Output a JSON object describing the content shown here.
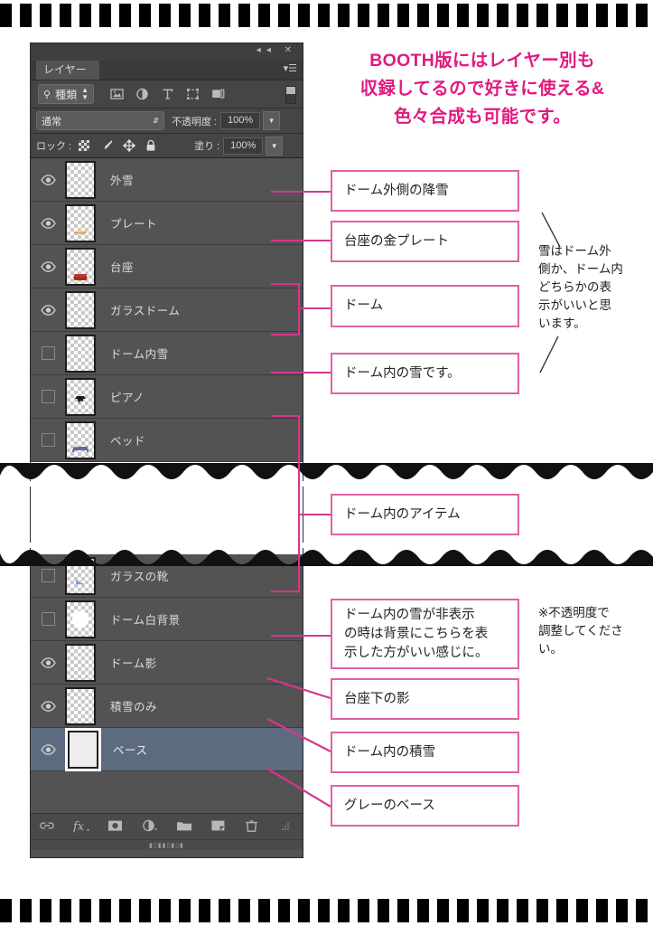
{
  "headline": "BOOTH版にはレイヤー別も\n収録してるので好きに使える&\n色々合成も可能です。",
  "colors": {
    "accent_pink": "#e1197f",
    "callout_border": "#e060a4",
    "connector": "#d6368f",
    "panel_bg": "#535353",
    "selected_row": "#5d6b80"
  },
  "panel": {
    "tab_label": "レイヤー",
    "titlebar_icons": [
      "collapse-icon",
      "close-icon"
    ],
    "filter": {
      "kind_label": "種類",
      "search_icon": "search-icon",
      "icons": [
        "pixel-layer-filter-icon",
        "adjustment-layer-filter-icon",
        "type-layer-filter-icon",
        "shape-layer-filter-icon",
        "smart-object-filter-icon"
      ]
    },
    "blend_mode": "通常",
    "opacity_label": "不透明度 :",
    "opacity_value": "100%",
    "lock_label": "ロック :",
    "lock_icons": [
      "lock-transparent-pixels-icon",
      "lock-image-pixels-icon",
      "lock-position-icon",
      "lock-all-icon"
    ],
    "fill_label": "塗り :",
    "fill_value": "100%",
    "bottom_icons": [
      "link-layers-icon",
      "layer-style-fx-icon",
      "layer-mask-icon",
      "adjustment-layer-icon",
      "new-group-icon",
      "new-layer-icon",
      "delete-layer-icon"
    ]
  },
  "layers_top": [
    {
      "name": "外雪",
      "visible": true,
      "thumb": "empty"
    },
    {
      "name": "プレート",
      "visible": true,
      "thumb": "plate"
    },
    {
      "name": "台座",
      "visible": true,
      "thumb": "base"
    },
    {
      "name": "ガラスドーム",
      "visible": true,
      "thumb": "empty"
    },
    {
      "name": "ドーム内雪",
      "visible": false,
      "thumb": "empty"
    },
    {
      "name": "ピアノ",
      "visible": false,
      "thumb": "piano"
    },
    {
      "name": "ベッド",
      "visible": false,
      "thumb": "bed"
    }
  ],
  "layers_bottom": [
    {
      "name": "ガラスの靴",
      "visible": false,
      "thumb": "shoe"
    },
    {
      "name": "ドーム白背景",
      "visible": false,
      "thumb": "whitebg"
    },
    {
      "name": "ドーム影",
      "visible": true,
      "thumb": "empty"
    },
    {
      "name": "積雪のみ",
      "visible": true,
      "thumb": "empty"
    },
    {
      "name": "ベース",
      "visible": true,
      "thumb": "solid",
      "selected": true
    }
  ],
  "callouts": [
    {
      "text": "ドーム外側の降雪"
    },
    {
      "text": "台座の金プレート"
    },
    {
      "text": "ドーム"
    },
    {
      "text": "ドーム内の雪です。"
    },
    {
      "text": "ドーム内のアイテム"
    },
    {
      "text": "ドーム内の雪が非表示\nの時は背景にこちらを表\n示した方がいい感じに。"
    },
    {
      "text": "台座下の影"
    },
    {
      "text": "ドーム内の積雪"
    },
    {
      "text": "グレーのベース"
    }
  ],
  "notes": [
    {
      "text": "雪はドーム外\n側か、ドーム内\nどちらかの表\n示がいいと思\nいます。"
    },
    {
      "text": "※不透明度で\n調整してくださ\nい。"
    }
  ]
}
